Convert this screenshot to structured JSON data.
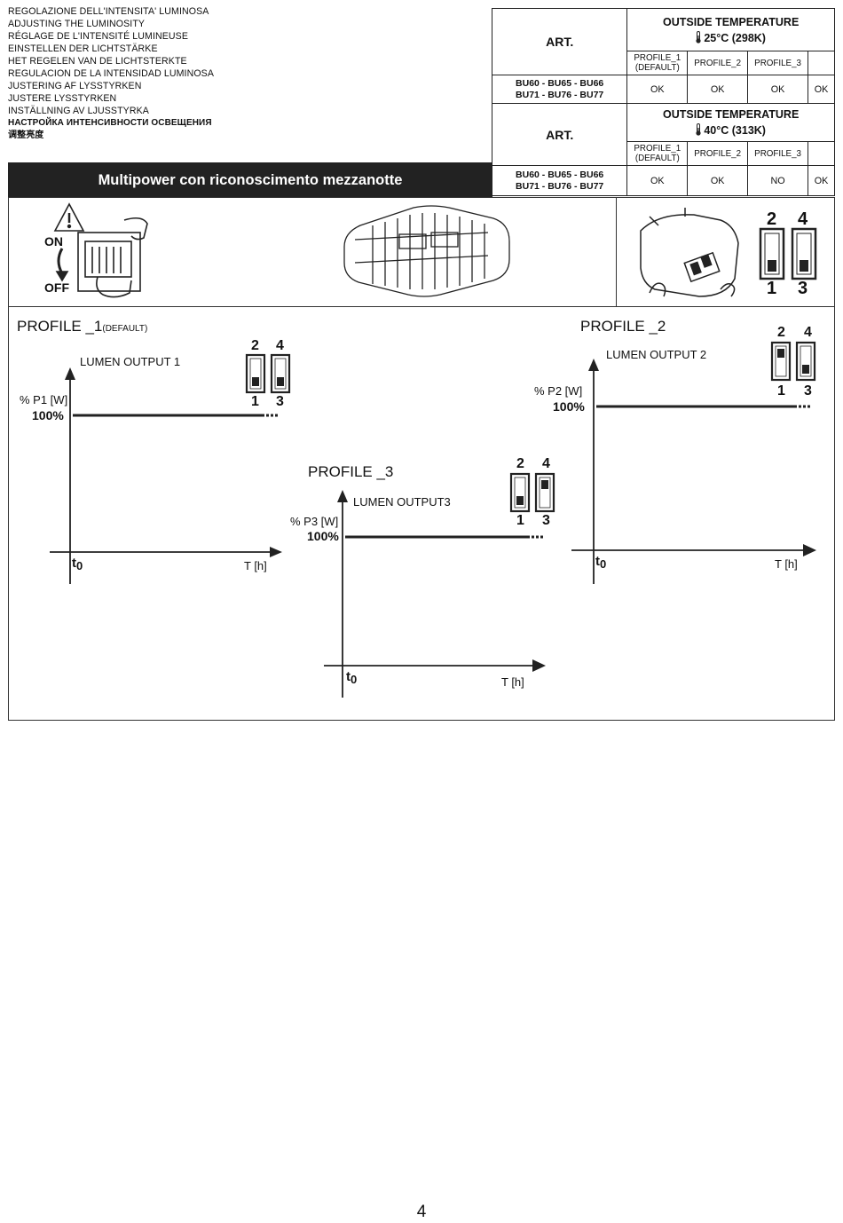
{
  "languages": [
    "REGOLAZIONE DELL'INTENSITA' LUMINOSA",
    "ADJUSTING THE LUMINOSITY",
    "RÉGLAGE DE L'INTENSITÉ LUMINEUSE",
    "EINSTELLEN DER LICHTSTÄRKE",
    "HET REGELEN VAN DE LICHTSTERKTE",
    "REGULACION DE LA INTENSIDAD LUMINOSA",
    "JUSTERING AF LYSSTYRKEN",
    "JUSTERE LYSSTYRKEN",
    "INSTÄLLNING AV LJUSSTYRKA",
    "НАСТРОЙКА ИНТЕНСИВНОСТИ ОСВЕЩЕНИЯ",
    "调整亮度"
  ],
  "title": "Multipower con riconoscimento mezzanotte",
  "tables": [
    {
      "art_label": "ART.",
      "outside_label": "OUTSIDE TEMPERATURE",
      "temperature": "25°C (298K)",
      "headers": [
        "PROFILE_1",
        "(DEFAULT)",
        "PROFILE_2",
        "PROFILE_3"
      ],
      "models_line1": "BU60 - BU65 - BU66",
      "models_line2": "BU71 - BU76 - BU77",
      "results": [
        "OK",
        "OK",
        "OK",
        "OK"
      ]
    },
    {
      "art_label": "ART.",
      "outside_label": "OUTSIDE TEMPERATURE",
      "temperature": "40°C (313K)",
      "headers": [
        "PROFILE_1",
        "(DEFAULT)",
        "PROFILE_2",
        "PROFILE_3"
      ],
      "models_line1": "BU60 - BU65 - BU66",
      "models_line2": "BU71 - BU76 - BU77",
      "results": [
        "OK",
        "OK",
        "NO",
        "OK"
      ]
    }
  ],
  "switch_labels": {
    "on": "ON",
    "off": "OFF"
  },
  "dip_numbers": {
    "top_left": "2",
    "top_right": "4",
    "bottom_left": "1",
    "bottom_right": "3"
  },
  "profiles": [
    {
      "title": "PROFILE _1",
      "title_suffix": "(DEFAULT)",
      "lumen": "LUMEN OUTPUT 1",
      "ylabel": "% P1 [W]",
      "level": "100%",
      "t0": "t",
      "t0_sub": "0",
      "xlabel": "T [h]",
      "dip_positions": [
        "down",
        "down"
      ]
    },
    {
      "title": "PROFILE _2",
      "title_suffix": "",
      "lumen": "LUMEN OUTPUT 2",
      "ylabel": "% P2 [W]",
      "level": "100%",
      "t0": "t",
      "t0_sub": "0",
      "xlabel": "T [h]",
      "dip_positions": [
        "up",
        "down"
      ]
    },
    {
      "title": "PROFILE _3",
      "title_suffix": "",
      "lumen": "LUMEN OUTPUT3",
      "ylabel": "% P3 [W]",
      "level": "100%",
      "t0": "t",
      "t0_sub": "0",
      "xlabel": "T [h]",
      "dip_positions": [
        "down",
        "up"
      ]
    }
  ],
  "page_number": "4"
}
